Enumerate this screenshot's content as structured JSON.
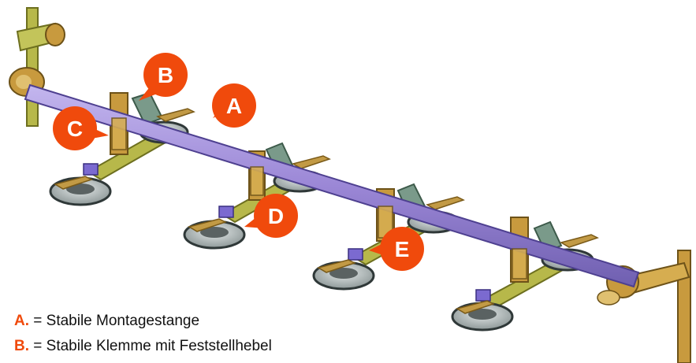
{
  "colors": {
    "rod": "#9b87d6",
    "rod_dark": "#6f5fb0",
    "bracket": "#b7b84a",
    "bracket_dark": "#7d7f25",
    "post": "#c89a3e",
    "post_dark": "#8a6420",
    "cup_rim": "#2f3838",
    "cup_fill": "#c5cccc",
    "lever": "#c29a45",
    "clamp": "#7a9a8a",
    "marker": "#f04a0c",
    "text": "#111111"
  },
  "markers": {
    "a": "A",
    "b": "B",
    "c": "C",
    "d": "D",
    "e": "E"
  },
  "legend": [
    {
      "letter": "A.",
      "text": "= Stabile Montagestange"
    },
    {
      "letter": "B.",
      "text": "= Stabile Klemme mit Feststellhebel"
    }
  ]
}
